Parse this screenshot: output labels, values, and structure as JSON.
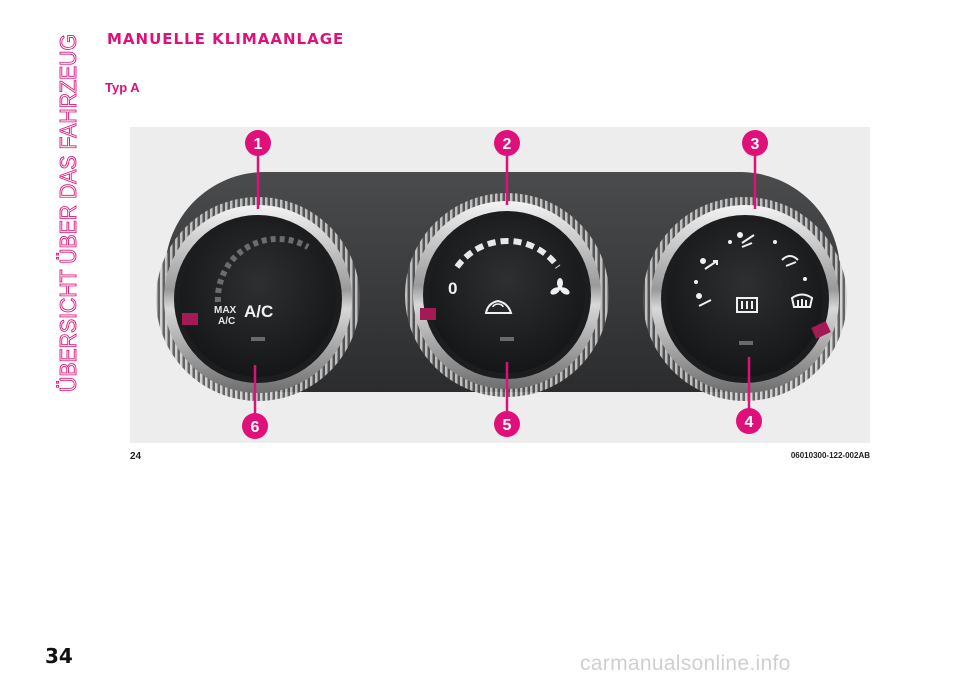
{
  "sidebar": {
    "title": "ÜBERSICHT ÜBER DAS FAHRZEUG"
  },
  "section": {
    "heading": "MANUELLE KLIMAANLAGE",
    "subheading": "Typ A"
  },
  "figure": {
    "callouts": [
      "1",
      "2",
      "3",
      "4",
      "5",
      "6"
    ],
    "left_knob": {
      "max_label": "MAX",
      "max_sub": "A/C",
      "ac_label": "A/C"
    },
    "center_knob": {
      "zero_label": "0"
    },
    "figure_number": "24",
    "figure_code": "06010300-122-002AB"
  },
  "footer": {
    "page_number": "34",
    "watermark": "carmanualsonline.info"
  },
  "colors": {
    "accent": "#e0107a",
    "callout": "#e0107a",
    "panel": "#3a3b3d"
  },
  "icons": [
    "fan-icon",
    "recirculation-car-icon",
    "rear-defrost-icon",
    "windshield-defrost-icon",
    "face-vent-icon",
    "floor-vent-icon"
  ]
}
